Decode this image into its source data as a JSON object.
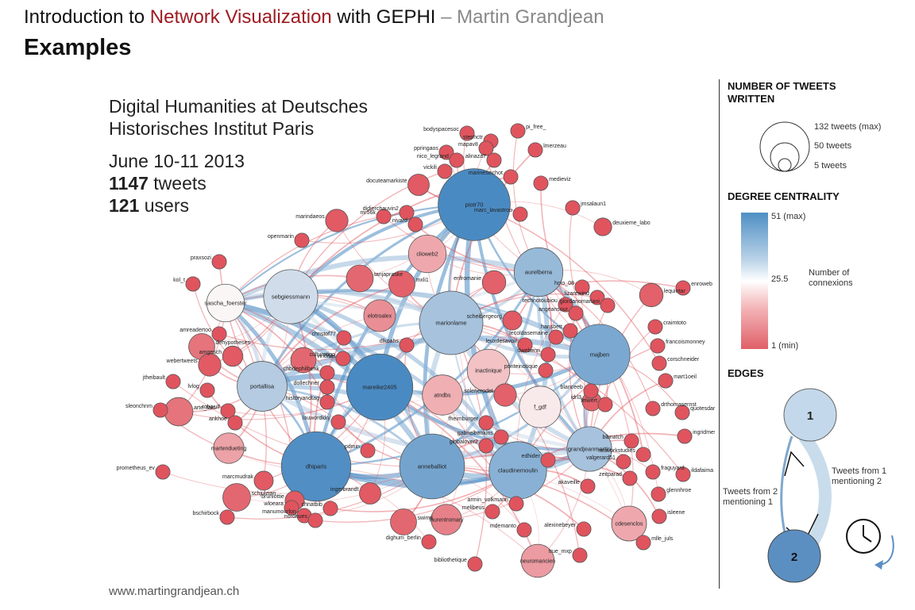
{
  "header": {
    "prefix": "Introduction to ",
    "highlight": "Network Visualization",
    "middle": " with GEPHI",
    "suffix": " – Martin Grandjean"
  },
  "page_title": "Examples",
  "intro": {
    "line1": "Digital Humanities at Deutsches",
    "line2": "Historisches Institut Paris",
    "date": "June 10-11 2013",
    "tweets_num": "1147",
    "tweets_word": " tweets",
    "users_num": "121",
    "users_word": " users"
  },
  "footer_url": "www.martingrandjean.ch",
  "legend": {
    "tweets_title_1": "NUMBER OF TWEETS",
    "tweets_title_2": "WRITTEN",
    "size_max": "132 tweets (max)",
    "size_mid": "50 tweets",
    "size_min": "5 tweets",
    "degree_title": "DEGREE CENTRALITY",
    "degree_max": "51 (max)",
    "degree_mid": "25.5",
    "degree_min": "1 (min)",
    "degree_label_1": "Number of",
    "degree_label_2": "connexions",
    "edges_title": "EDGES",
    "node1": "1",
    "node2": "2",
    "edge_12_line1": "Tweets from 1",
    "edge_12_line2": "mentioning 2",
    "edge_21_line1": "Tweets from 2",
    "edge_21_line2": "mentioning 1"
  },
  "colors": {
    "accent": "#9e1b22",
    "blue": "#4e8fc4",
    "red": "#e06068"
  },
  "graph": {
    "nodes": [
      {
        "label": "piotr70",
        "tweets": 132,
        "degree": 51
      },
      {
        "label": "marionlame",
        "tweets": 100,
        "degree": 38
      },
      {
        "label": "mareike2405",
        "tweets": 110,
        "degree": 51
      },
      {
        "label": "dhiparis",
        "tweets": 122,
        "degree": 50
      },
      {
        "label": "anneballiot",
        "tweets": 105,
        "degree": 45
      },
      {
        "label": "claudinemoulin",
        "tweets": 80,
        "degree": 42
      },
      {
        "label": "majben",
        "tweets": 90,
        "degree": 44
      },
      {
        "label": "sebgiessmann",
        "tweets": 70,
        "degree": 32
      },
      {
        "label": "aurelberra",
        "tweets": 55,
        "degree": 40
      },
      {
        "label": "portallisa",
        "tweets": 58,
        "degree": 36
      },
      {
        "label": "grandjeanmartin",
        "tweets": 45,
        "degree": 38
      },
      {
        "label": "sascha_foerster",
        "tweets": 30,
        "degree": 26
      },
      {
        "label": "f_gdf",
        "tweets": 38,
        "degree": 24
      },
      {
        "label": "inactinique",
        "tweets": 40,
        "degree": 18
      },
      {
        "label": "atndbs",
        "tweets": 35,
        "degree": 15
      },
      {
        "label": "clioweb2",
        "tweets": 30,
        "degree": 14
      },
      {
        "label": "neuromancien",
        "tweets": 22,
        "degree": 12
      },
      {
        "label": "cdesenclos",
        "tweets": 25,
        "degree": 14
      },
      {
        "label": "elotroalex",
        "tweets": 20,
        "degree": 10
      },
      {
        "label": "martendueting",
        "tweets": 18,
        "degree": 13
      },
      {
        "label": "schjulzian",
        "tweets": 14,
        "degree": 4
      },
      {
        "label": "laurentromary",
        "tweets": 18,
        "degree": 8
      },
      {
        "label": "arte_fakt",
        "tweets": 15,
        "degree": 6
      },
      {
        "label": "swimti",
        "tweets": 12,
        "degree": 4
      },
      {
        "label": "tanjapraske",
        "tweets": 13,
        "degree": 4
      },
      {
        "label": "mxli1",
        "tweets": 12,
        "degree": 3
      },
      {
        "label": "viriditas",
        "tweets": 11,
        "degree": 4
      },
      {
        "label": "dehypotheses",
        "tweets": 12,
        "degree": 6
      },
      {
        "label": "lequintar",
        "tweets": 9,
        "degree": 3
      },
      {
        "label": "enfromanie",
        "tweets": 9,
        "degree": 3
      },
      {
        "label": "docuteamarkiste",
        "tweets": 7,
        "degree": 2
      },
      {
        "label": "marindaeos",
        "tweets": 8,
        "degree": 2
      },
      {
        "label": "webertweets",
        "tweets": 8,
        "degree": 2
      },
      {
        "label": "amgesch",
        "tweets": 6,
        "degree": 2
      },
      {
        "label": "ingerbrandt",
        "tweets": 7,
        "degree": 2
      },
      {
        "label": "solenerodet",
        "tweets": 8,
        "degree": 3
      },
      {
        "label": "marcmudrak",
        "tweets": 5,
        "degree": 2
      },
      {
        "label": "bruniottie",
        "tweets": 5,
        "degree": 2
      },
      {
        "label": "idrl3",
        "tweets": 5,
        "degree": 3
      },
      {
        "label": "deuxieme_labo",
        "tweets": 4,
        "degree": 1
      },
      {
        "label": "scheibergeorg",
        "tweets": 5,
        "degree": 2
      },
      {
        "label": "bodyspacesoc",
        "tweets": 2,
        "degree": 1
      },
      {
        "label": "stephctr",
        "tweets": 2,
        "degree": 1
      },
      {
        "label": "pi_free_",
        "tweets": 2,
        "degree": 1
      },
      {
        "label": "ppringaos",
        "tweets": 2,
        "degree": 1
      },
      {
        "label": "nico_legrand",
        "tweets": 2,
        "degree": 1
      },
      {
        "label": "mapav8",
        "tweets": 2,
        "degree": 1
      },
      {
        "label": "lmerzeau",
        "tweets": 2,
        "degree": 1
      },
      {
        "label": "alinaza7",
        "tweets": 2,
        "degree": 1
      },
      {
        "label": "vickili",
        "tweets": 2,
        "degree": 1
      },
      {
        "label": "marinescichot",
        "tweets": 2,
        "degree": 1
      },
      {
        "label": "medieviz",
        "tweets": 2,
        "degree": 1
      },
      {
        "label": "jmsalaun1",
        "tweets": 2,
        "degree": 1
      },
      {
        "label": "marc_lavastrou",
        "tweets": 2,
        "degree": 1
      },
      {
        "label": "didierchauvin2",
        "tweets": 2,
        "degree": 1
      },
      {
        "label": "mr56k",
        "tweets": 2,
        "degree": 1
      },
      {
        "label": "nivard",
        "tweets": 2,
        "degree": 1
      },
      {
        "label": "openmarin",
        "tweets": 2,
        "degree": 1
      },
      {
        "label": "praxsozi",
        "tweets": 2,
        "degree": 1
      },
      {
        "label": "kol_t",
        "tweets": 2,
        "degree": 1
      },
      {
        "label": "amreadertoo",
        "tweets": 2,
        "degree": 1
      },
      {
        "label": "christof77",
        "tweets": 2,
        "degree": 1
      },
      {
        "label": "culturetigo",
        "tweets": 2,
        "degree": 1
      },
      {
        "label": "dlkoahs",
        "tweets": 2,
        "degree": 1
      },
      {
        "label": "chbdephilbenk",
        "tweets": 2,
        "degree": 1
      },
      {
        "label": "dollechner",
        "tweets": 2,
        "degree": 1
      },
      {
        "label": "historyandtag",
        "tweets": 2,
        "degree": 1
      },
      {
        "label": "louwordkky",
        "tweets": 2,
        "degree": 1
      },
      {
        "label": "jtheibault",
        "tweets": 2,
        "degree": 1
      },
      {
        "label": "lvlog",
        "tweets": 2,
        "degree": 1
      },
      {
        "label": "tobwulf",
        "tweets": 2,
        "degree": 1
      },
      {
        "label": "sleonchnm",
        "tweets": 2,
        "degree": 1
      },
      {
        "label": "ankhoe",
        "tweets": 2,
        "degree": 1
      },
      {
        "label": "prometheus_ev",
        "tweets": 2,
        "degree": 1
      },
      {
        "label": "bschirbock",
        "tweets": 2,
        "degree": 1
      },
      {
        "label": "wloeara",
        "tweets": 2,
        "degree": 1
      },
      {
        "label": "manumourlon",
        "tweets": 2,
        "degree": 1
      },
      {
        "label": "nordhues",
        "tweets": 2,
        "degree": 1
      },
      {
        "label": "chnatbib",
        "tweets": 2,
        "degree": 1
      },
      {
        "label": "pdmin",
        "tweets": 2,
        "degree": 1
      },
      {
        "label": "dighum_berlin",
        "tweets": 2,
        "degree": 1
      },
      {
        "label": "bibliothetique",
        "tweets": 2,
        "degree": 1
      },
      {
        "label": "armin_volkmann",
        "tweets": 2,
        "degree": 1
      },
      {
        "label": "melibeus",
        "tweets": 2,
        "degree": 1
      },
      {
        "label": "mdemanto",
        "tweets": 2,
        "degree": 1
      },
      {
        "label": "alexinebeyer",
        "tweets": 2,
        "degree": 1
      },
      {
        "label": "true_mxp",
        "tweets": 2,
        "degree": 1
      },
      {
        "label": "mlle_juls",
        "tweets": 2,
        "degree": 1
      },
      {
        "label": "isleene",
        "tweets": 2,
        "degree": 1
      },
      {
        "label": "glennhroe",
        "tweets": 2,
        "degree": 1
      },
      {
        "label": "akaveille",
        "tweets": 2,
        "degree": 1
      },
      {
        "label": "edhider",
        "tweets": 2,
        "degree": 1
      },
      {
        "label": "zeitparad",
        "tweets": 2,
        "degree": 1
      },
      {
        "label": "valgerard51",
        "tweets": 2,
        "degree": 1
      },
      {
        "label": "fraguyard",
        "tweets": 2,
        "degree": 1
      },
      {
        "label": "ildafaima",
        "tweets": 2,
        "degree": 1
      },
      {
        "label": "networkstudies",
        "tweets": 2,
        "degree": 1
      },
      {
        "label": "bibnatch",
        "tweets": 2,
        "degree": 1
      },
      {
        "label": "ingridmesmo",
        "tweets": 2,
        "degree": 1
      },
      {
        "label": "quotesdarthur",
        "tweets": 2,
        "degree": 1
      },
      {
        "label": "drthomasernst",
        "tweets": 2,
        "degree": 1
      },
      {
        "label": "felwert",
        "tweets": 2,
        "degree": 1
      },
      {
        "label": "blanceeb",
        "tweets": 2,
        "degree": 1
      },
      {
        "label": "mart1oeil",
        "tweets": 2,
        "degree": 1
      },
      {
        "label": "corschneider",
        "tweets": 2,
        "degree": 1
      },
      {
        "label": "francoismonney",
        "tweets": 2,
        "degree": 1
      },
      {
        "label": "craimtoto",
        "tweets": 2,
        "degree": 1
      },
      {
        "label": "enroweb",
        "tweets": 2,
        "degree": 1
      },
      {
        "label": "holo_08",
        "tweets": 2,
        "degree": 1
      },
      {
        "label": "lizarewind",
        "tweets": 2,
        "degree": 1
      },
      {
        "label": "giordanomariani",
        "tweets": 2,
        "degree": 1
      },
      {
        "label": "technotoubiou",
        "tweets": 2,
        "degree": 1
      },
      {
        "label": "angeansour",
        "tweets": 2,
        "degree": 1
      },
      {
        "label": "hansbett",
        "tweets": 2,
        "degree": 1
      },
      {
        "label": "lecoldasemaine",
        "tweets": 2,
        "degree": 1
      },
      {
        "label": "leuxdesavoir",
        "tweets": 2,
        "degree": 1
      },
      {
        "label": "dwebenn",
        "tweets": 2,
        "degree": 1
      },
      {
        "label": "ponteinotique",
        "tweets": 2,
        "degree": 1
      },
      {
        "label": "fheimburger",
        "tweets": 2,
        "degree": 1
      },
      {
        "label": "gabrielbankins",
        "tweets": 2,
        "degree": 1
      },
      {
        "label": "globalover2",
        "tweets": 2,
        "degree": 1
      }
    ]
  }
}
